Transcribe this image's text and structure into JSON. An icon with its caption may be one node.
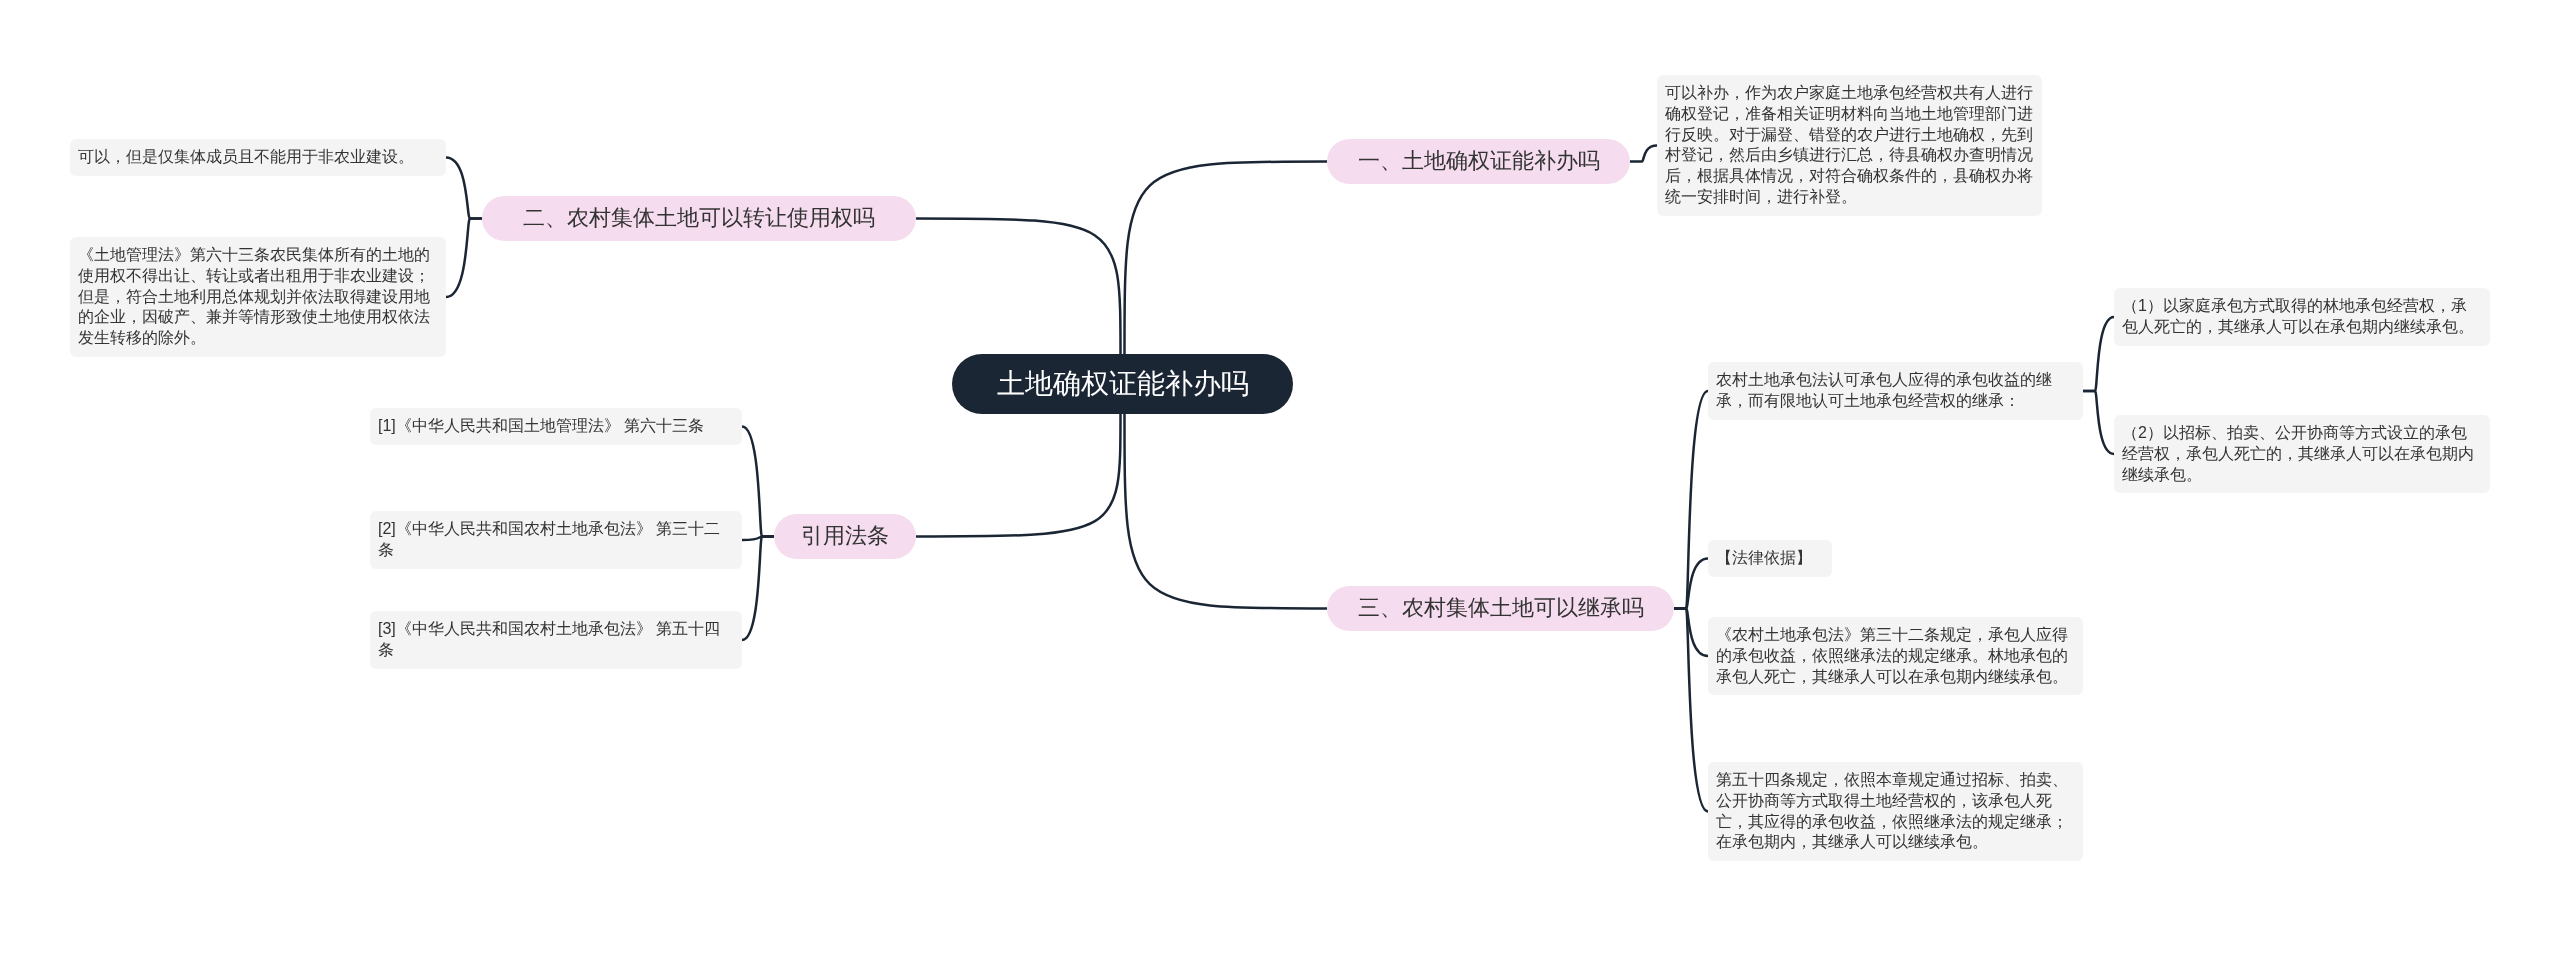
{
  "diagram": {
    "nodes": [
      {
        "text": [
          "土地确权证能补办吗"
        ]
      },
      {
        "text": [
          "一、土地确权证能补办吗"
        ]
      },
      {
        "text": [
          "可以补办，作为农户家庭土地承包经营权共有人进行确权登记，准备相关证明材料向当地土地管理部门进行反映。对于漏登、错登的农户进行土地确权，先到村登记，然后由乡镇进行汇总，待县确权办查明情况后，根据具体情况，对符合确权条件的，县确权办将统一安排时间，进行补登。"
        ]
      },
      {
        "text": [
          "二、农村集体土地可以转让使用权吗"
        ]
      },
      {
        "text": [
          "可以，但是仅集体成员且不能用于非农业建设。"
        ]
      },
      {
        "text": [
          "《土地管理法》第六十三条农民集体所有的土地的使用权不得出让、转让或者出租用于非农业建设；但是，符合土地利用总体规划并依法取得建设用地的企业，因破产、兼并等情形致使土地使用权依法发生转移的除外。"
        ]
      },
      {
        "text": [
          "三、农村集体土地可以继承吗"
        ]
      },
      {
        "text": [
          "农村土地承包法认可承包人应得的承包收益的继承，而有限地认可土地承包经营权的继承："
        ]
      },
      {
        "text": [
          "（1）以家庭承包方式取得的林地承包经营权，承包人死亡的，其继承人可以在承包期内继续承包。"
        ]
      },
      {
        "text": [
          "（2）以招标、拍卖、公开协商等方式设立的承包经营权，承包人死亡的，其继承人可以在承包期内继续承包。"
        ]
      },
      {
        "text": [
          "【法律依据】"
        ]
      },
      {
        "text": [
          "《农村土地承包法》第三十二条规定，承包人应得的承包收益，依照继承法的规定继承。林地承包的承包人死亡，其继承人可以在承包期内继续承包。"
        ]
      },
      {
        "text": [
          "第五十四条规定，依照本章规定通过招标、拍卖、公开协商等方式取得土地经营权的，该承包人死亡，其应得的承包收益，依照继承法的规定继承；在承包期内，其继承人可以继续承包。"
        ]
      },
      {
        "text": [
          "引用法条"
        ]
      },
      {
        "text": [
          "[1]《中华人民共和国土地管理法》 第六十三条"
        ]
      },
      {
        "text": [
          "[2]《中华人民共和国农村土地承包法》 第三十二条"
        ]
      },
      {
        "text": [
          "[3]《中华人民共和国农村土地承包法》 第五十四条"
        ]
      }
    ],
    "edges": [
      {
        "from": 0,
        "to": 1,
        "arrow": "none"
      },
      {
        "from": 1,
        "to": 2,
        "arrow": "none"
      },
      {
        "from": 0,
        "to": 3,
        "arrow": "none"
      },
      {
        "from": 3,
        "to": 4,
        "arrow": "none"
      },
      {
        "from": 3,
        "to": 5,
        "arrow": "none"
      },
      {
        "from": 0,
        "to": 6,
        "arrow": "none"
      },
      {
        "from": 6,
        "to": 7,
        "arrow": "none"
      },
      {
        "from": 7,
        "to": 8,
        "arrow": "none"
      },
      {
        "from": 7,
        "to": 9,
        "arrow": "none"
      },
      {
        "from": 6,
        "to": 10,
        "arrow": "none"
      },
      {
        "from": 6,
        "to": 11,
        "arrow": "none"
      },
      {
        "from": 6,
        "to": 12,
        "arrow": "none"
      },
      {
        "from": 0,
        "to": 13,
        "arrow": "none"
      },
      {
        "from": 13,
        "to": 14,
        "arrow": "none"
      },
      {
        "from": 13,
        "to": 15,
        "arrow": "none"
      },
      {
        "from": 13,
        "to": 16,
        "arrow": "none"
      }
    ]
  }
}
